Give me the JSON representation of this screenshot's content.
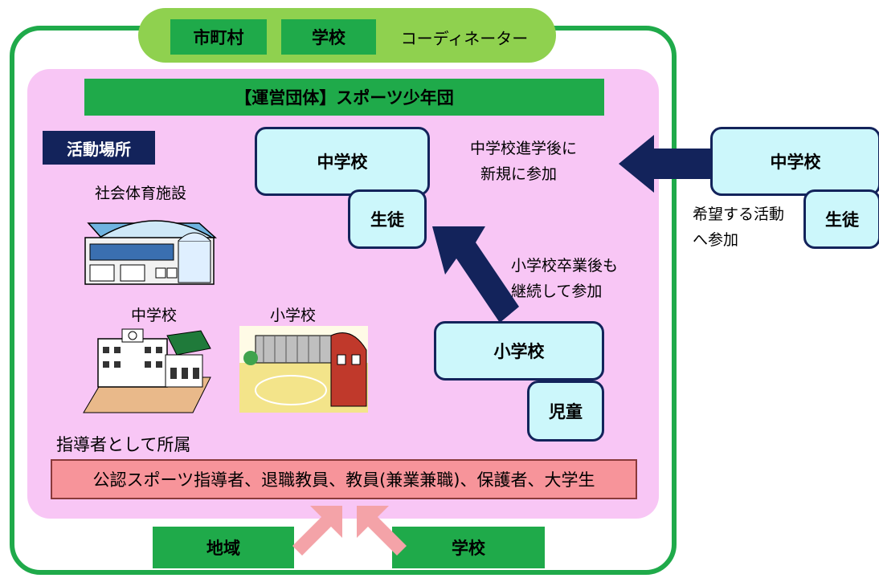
{
  "top": {
    "city": "市町村",
    "school": "学校",
    "coordinator": "コーディネーター"
  },
  "org_title": "【運営団体】スポーツ少年団",
  "activity_place": "活動場所",
  "facility": "社会体育施設",
  "jhs_building": "中学校",
  "es_building": "小学校",
  "jhs_box": "中学校",
  "student_box": "生徒",
  "join_after_entry_1": "中学校進学後に",
  "join_after_entry_2": "新規に参加",
  "outside_jhs": "中学校",
  "outside_student": "生徒",
  "desired_1": "希望する活動",
  "desired_2": "へ参加",
  "continue_1": "小学校卒業後も",
  "continue_2": "継続して参加",
  "es_box": "小学校",
  "child_box": "児童",
  "instructor": "指導者として所属",
  "staff": "公認スポーツ指導者、退職教員、教員(兼業兼職)、保護者、大学生",
  "bottom": {
    "community": "地域",
    "school": "学校"
  },
  "colors": {
    "green": "#1faa4a",
    "lightgreen": "#8fd14f",
    "pink": "#f8c6f5",
    "navy": "#13235b",
    "cyan": "#ccf7fb",
    "salmon": "#f7949a"
  }
}
